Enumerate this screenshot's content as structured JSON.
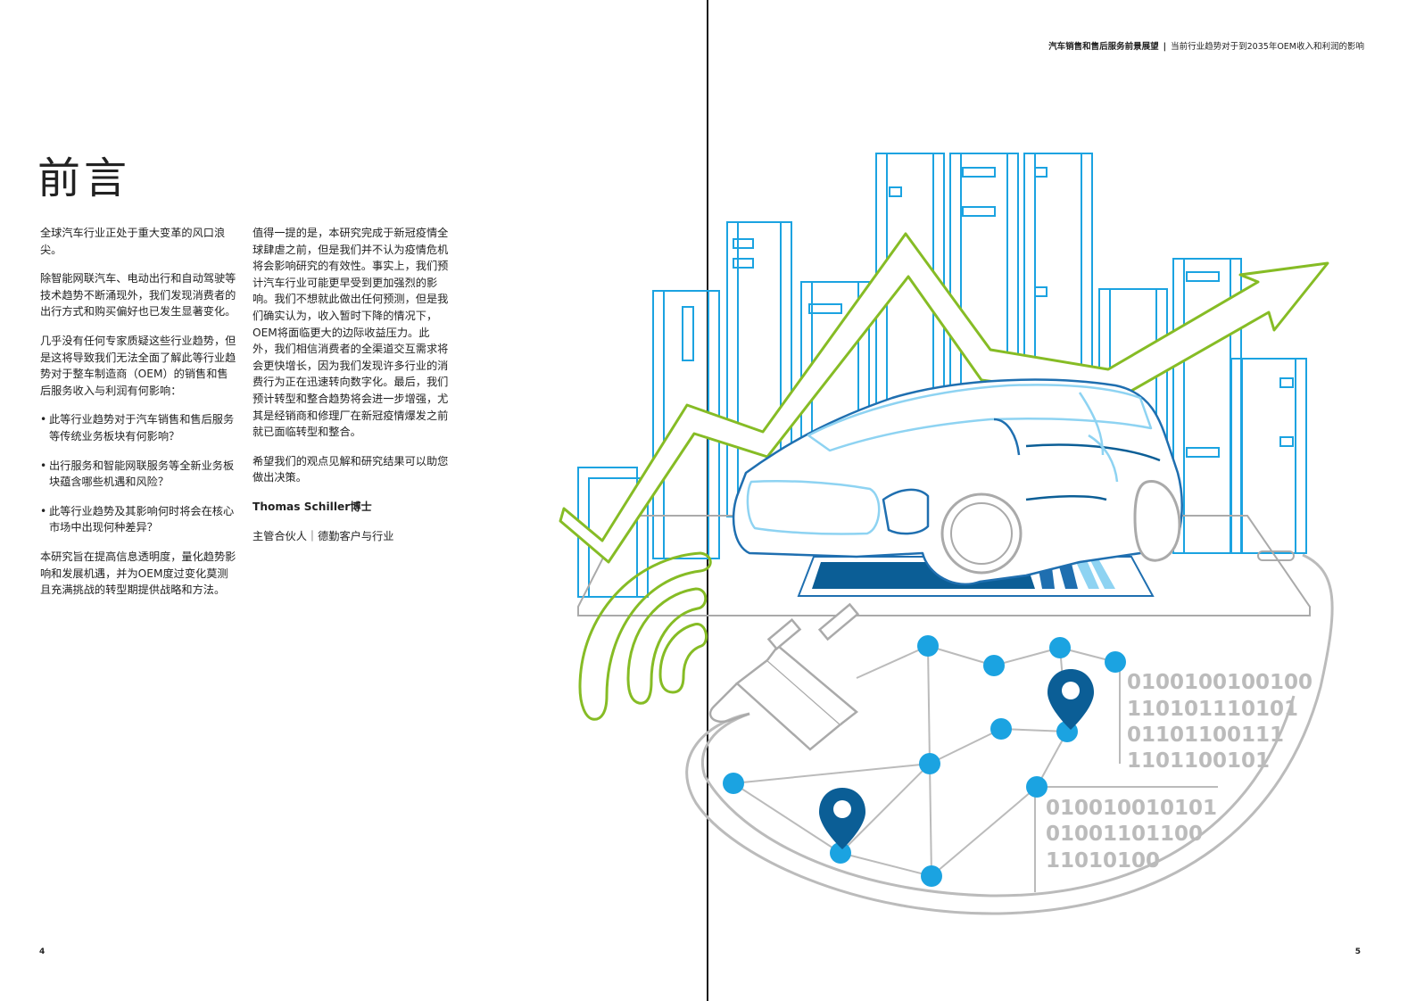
{
  "header": {
    "report_title": "汽车销售和售后服务前景展望",
    "separator": "|",
    "subtitle": "当前行业趋势对于到2035年OEM收入和利润的影响"
  },
  "page_title": "前言",
  "left_column": {
    "paragraphs": [
      "全球汽车行业正处于重大变革的风口浪尖。",
      "除智能网联汽车、电动出行和自动驾驶等技术趋势不断涌现外，我们发现消费者的出行方式和购买偏好也已发生显著变化。",
      "几乎没有任何专家质疑这些行业趋势，但是这将导致我们无法全面了解此等行业趋势对于整车制造商（OEM）的销售和售后服务收入与利润有何影响："
    ],
    "bullets": [
      "此等行业趋势对于汽车销售和售后服务等传统业务板块有何影响？",
      "出行服务和智能网联服务等全新业务板块蕴含哪些机遇和风险？",
      "此等行业趋势及其影响何时将会在核心市场中出现何种差异？"
    ],
    "closing": "本研究旨在提高信息透明度，量化趋势影响和发展机遇，并为OEM度过变化莫测且充满挑战的转型期提供战略和方法。"
  },
  "right_column": {
    "paragraphs": [
      "值得一提的是，本研究完成于新冠疫情全球肆虐之前，但是我们并不认为疫情危机将会影响研究的有效性。事实上，我们预计汽车行业可能更早受到更加强烈的影响。我们不想就此做出任何预测，但是我们确实认为，收入暂时下降的情况下，OEM将面临更大的边际收益压力。此外，我们相信消费者的全渠道交互需求将会更快增长，因为我们发现许多行业的消费行为正在迅速转向数字化。最后，我们预计转型和整合趋势将会进一步增强，尤其是经销商和修理厂在新冠疫情爆发之前就已面临转型和整合。",
      "希望我们的观点见解和研究结果可以助您做出决策。"
    ],
    "author_name": "Thomas Schiller博士",
    "author_role": "主管合伙人｜德勤客户与行业"
  },
  "illustration": {
    "binary_rows_top": [
      "0100100100100",
      "110101110101",
      "01101100111",
      "1101100101"
    ],
    "binary_rows_bottom": [
      "010010010101",
      "01001101100",
      "11010100"
    ],
    "colors": {
      "blue": "#1ba3e1",
      "dark_blue": "#0b5e96",
      "green": "#86bc25",
      "gray": "#bbbbbb",
      "mid_blue": "#1f6fb0",
      "light_blue": "#8ed3f2"
    }
  },
  "page_numbers": {
    "left": "4",
    "right": "5"
  }
}
